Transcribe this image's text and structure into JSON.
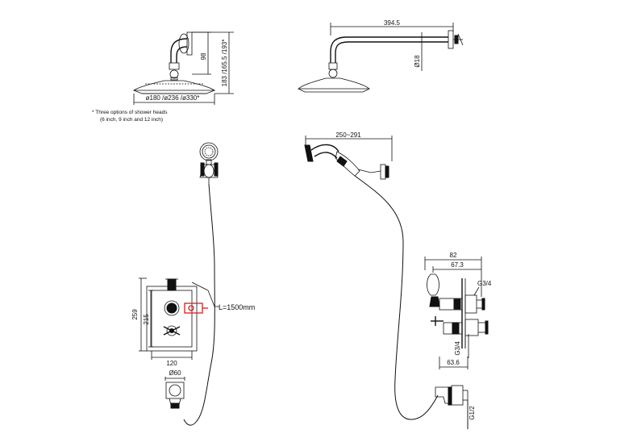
{
  "top_left": {
    "dim_98": "98",
    "dim_heights": "183 /165.5 /193*",
    "dim_diameters": "ø180 /ø236 /ø330*",
    "note_line1": "* Three options of shower heads",
    "note_line2": "(6 inch, 9 inch and 12 inch)"
  },
  "top_right": {
    "dim_arm": "394.5",
    "dim_pipe": "Ø18"
  },
  "hand_shower": {
    "dim_reach": "250~291"
  },
  "valve_front": {
    "dim_259": "259",
    "dim_215": "215",
    "dim_120": "120",
    "hose_length": "L=1500mm",
    "dim_outlet": "Ø60"
  },
  "valve_side": {
    "dim_82": "82",
    "dim_67": "67.3",
    "dim_g34_top": "G3/4",
    "dim_g34_side": "G3/4",
    "dim_636": "63.6",
    "dim_g12": "G1/2"
  }
}
